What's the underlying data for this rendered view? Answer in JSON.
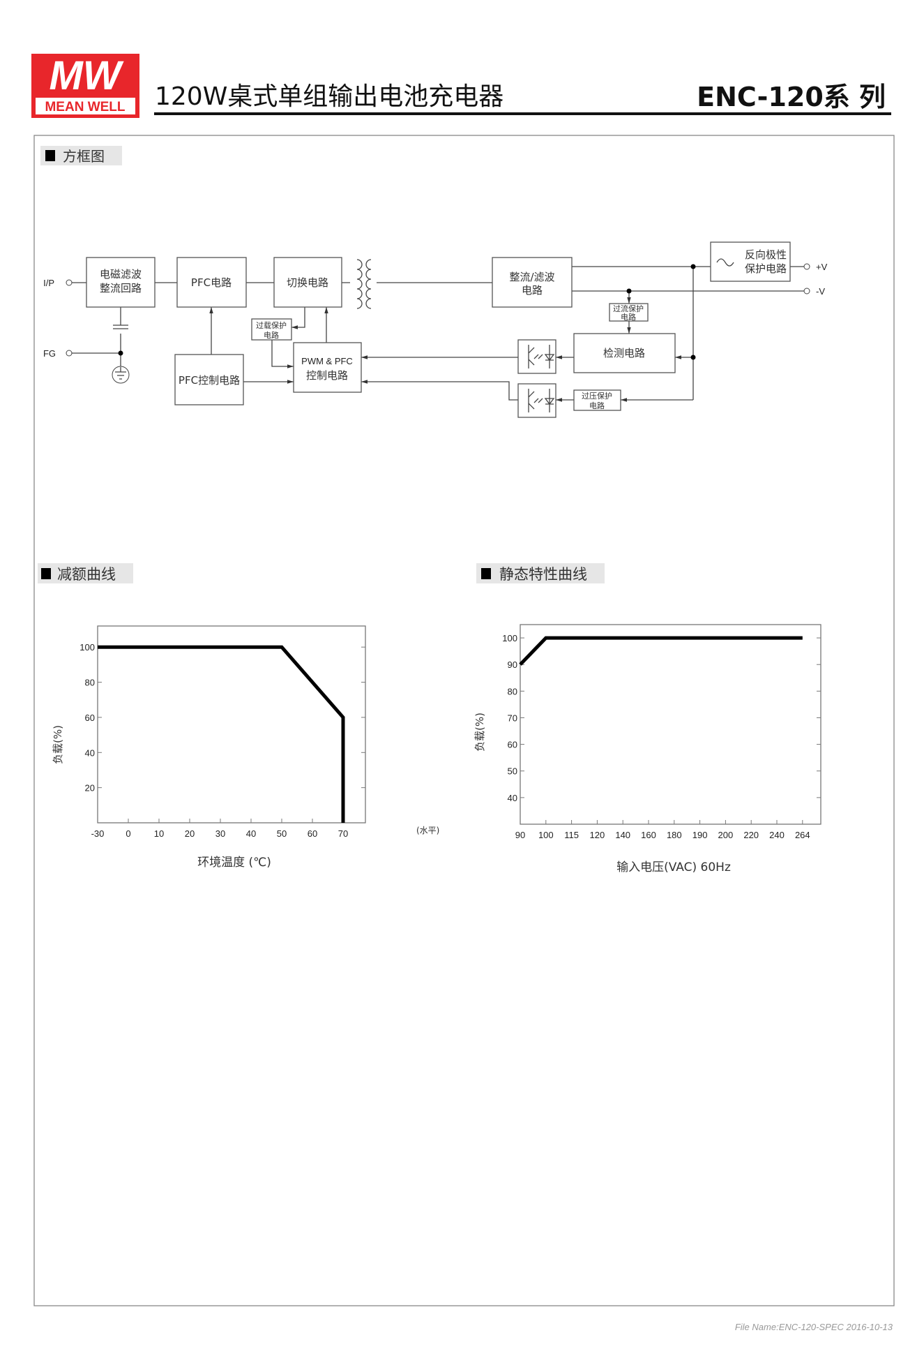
{
  "header": {
    "logo_text": "MW",
    "logo_brand": "MEAN WELL",
    "title": "120W桌式单组输出电池充电器",
    "series": "ENC-120系 列",
    "brand_color": "#e8262b"
  },
  "sections": {
    "block_diagram": "方框图",
    "derating": "减额曲线",
    "static": "静态特性曲线"
  },
  "diagram": {
    "ip": "I/P",
    "fg": "FG",
    "emi": [
      "电磁滤波",
      "整流回路"
    ],
    "pfc": "PFC电路",
    "switch": "切换电路",
    "rect": [
      "整流/滤波",
      "电路"
    ],
    "reverse": [
      "反向极性",
      "保护电路"
    ],
    "vplus": "+V",
    "vminus": "-V",
    "olp": [
      "过载保护",
      "电路"
    ],
    "pwm": [
      "PWM & PFC",
      "控制电路"
    ],
    "pfc_ctrl": "PFC控制电路",
    "ocp": [
      "过流保护",
      "电路"
    ],
    "detect": "检测电路",
    "ovp": [
      "过压保护",
      "电路"
    ]
  },
  "chart_data": [
    {
      "type": "line",
      "title": "减额曲线",
      "xlabel": "环境温度 (℃)",
      "x_unit": "(水平)",
      "ylabel": "负载(%)",
      "x_ticks": [
        -30,
        0,
        10,
        20,
        30,
        40,
        50,
        60,
        70
      ],
      "y_ticks": [
        20,
        40,
        60,
        80,
        100
      ],
      "ylim": [
        0,
        112
      ],
      "series": [
        {
          "name": "load",
          "x": [
            -30,
            50,
            70,
            70
          ],
          "y": [
            100,
            100,
            60,
            0
          ]
        }
      ]
    },
    {
      "type": "line",
      "title": "静态特性曲线",
      "xlabel": "输入电压(VAC) 60Hz",
      "ylabel": "负载(%)",
      "x_ticks": [
        90,
        100,
        115,
        120,
        140,
        160,
        180,
        190,
        200,
        220,
        240,
        264
      ],
      "y_ticks": [
        40,
        50,
        60,
        70,
        80,
        90,
        100
      ],
      "ylim": [
        30,
        105
      ],
      "series": [
        {
          "name": "load",
          "x": [
            90,
            100,
            264
          ],
          "y": [
            90,
            100,
            100
          ]
        }
      ]
    }
  ],
  "footer": "File Name:ENC-120-SPEC   2016-10-13"
}
